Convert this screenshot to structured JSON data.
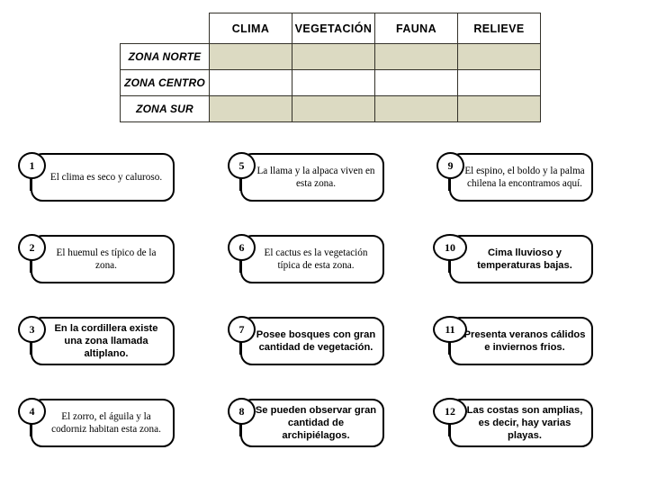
{
  "table": {
    "corner_label": "",
    "column_headers": [
      "CLIMA",
      "VEGETACIÓN",
      "FAUNA",
      "RELIEVE"
    ],
    "rows": [
      {
        "label": "ZONA NORTE",
        "shaded": true,
        "cells": [
          "",
          "",
          "",
          ""
        ]
      },
      {
        "label": "ZONA CENTRO",
        "shaded": false,
        "cells": [
          "",
          "",
          "",
          ""
        ]
      },
      {
        "label": "ZONA SUR",
        "shaded": true,
        "cells": [
          "",
          "",
          "",
          ""
        ]
      }
    ],
    "shaded_color": "#dcdac2",
    "border_color": "#333129"
  },
  "callouts": [
    {
      "number": "1",
      "text": "El clima es seco y caluroso.",
      "style": "font-serif"
    },
    {
      "number": "2",
      "text": "El huemul es típico de la zona.",
      "style": "font-serif"
    },
    {
      "number": "3",
      "text": "En la cordillera existe una zona llamada altiplano.",
      "style": "font-sans"
    },
    {
      "number": "4",
      "text": "El zorro, el águila y la codorniz habitan esta zona.",
      "style": "font-serif"
    },
    {
      "number": "5",
      "text": "La llama y la alpaca viven en esta zona.",
      "style": "font-serif"
    },
    {
      "number": "6",
      "text": "El cactus es la vegetación típica de esta zona.",
      "style": "font-serif"
    },
    {
      "number": "7",
      "text": "Posee bosques con gran cantidad de vegetación.",
      "style": "font-sans"
    },
    {
      "number": "8",
      "text": "Se pueden observar gran cantidad de archipiélagos.",
      "style": "font-sans"
    },
    {
      "number": "9",
      "text": "El espino, el boldo y la palma chilena la encontramos aquí.",
      "style": "font-serif"
    },
    {
      "number": "10",
      "text": "Cima lluvioso y temperaturas bajas.",
      "style": "font-sans"
    },
    {
      "number": "11",
      "text": "Presenta veranos cálidos e inviernos frios.",
      "style": "font-sans"
    },
    {
      "number": "12",
      "text": "Las costas son amplias, es decir, hay varias playas.",
      "style": "font-sans"
    }
  ],
  "layout": {
    "columns_x": [
      14,
      247,
      479
    ],
    "rows_y": [
      6,
      97,
      188,
      279
    ]
  }
}
